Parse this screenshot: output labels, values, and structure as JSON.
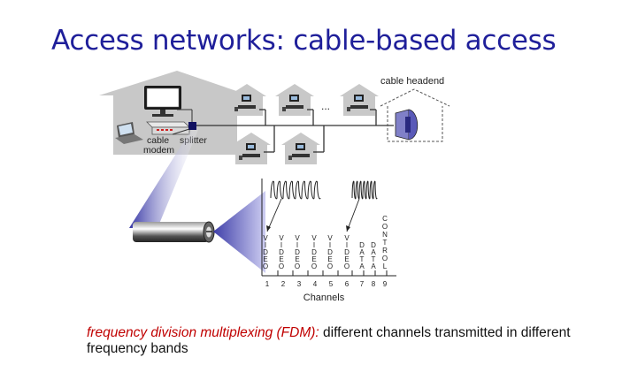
{
  "title": "Access networks: cable-based access",
  "labels": {
    "cable_headend": "cable headend",
    "cable_modem_line1": "cable",
    "cable_modem_line2": "modem",
    "splitter": "splitter",
    "ellipsis": "...",
    "channels": "Channels"
  },
  "channels": [
    {
      "num": "1",
      "letters": [
        "V",
        "I",
        "D",
        "E",
        "O"
      ]
    },
    {
      "num": "2",
      "letters": [
        "V",
        "I",
        "D",
        "E",
        "O"
      ]
    },
    {
      "num": "3",
      "letters": [
        "V",
        "I",
        "D",
        "E",
        "O"
      ]
    },
    {
      "num": "4",
      "letters": [
        "V",
        "I",
        "D",
        "E",
        "O"
      ]
    },
    {
      "num": "5",
      "letters": [
        "V",
        "I",
        "D",
        "E",
        "O"
      ]
    },
    {
      "num": "6",
      "letters": [
        "V",
        "I",
        "D",
        "E",
        "O"
      ]
    },
    {
      "num": "7",
      "letters": [
        "D",
        "A",
        "T",
        "A"
      ]
    },
    {
      "num": "8",
      "letters": [
        "D",
        "A",
        "T",
        "A"
      ]
    },
    {
      "num": "9",
      "letters": [
        "C",
        "O",
        "N",
        "T",
        "R",
        "O",
        "L"
      ]
    }
  ],
  "caption": {
    "emphasis": "frequency division multiplexing (FDM):",
    "rest": " different channels transmitted in different frequency bands"
  },
  "colors": {
    "title": "#1f1f9a",
    "emphasis": "#c00000",
    "house": "#c8c8c8",
    "funnel": "#2a2aa0",
    "headend": "#5a5ab8"
  }
}
